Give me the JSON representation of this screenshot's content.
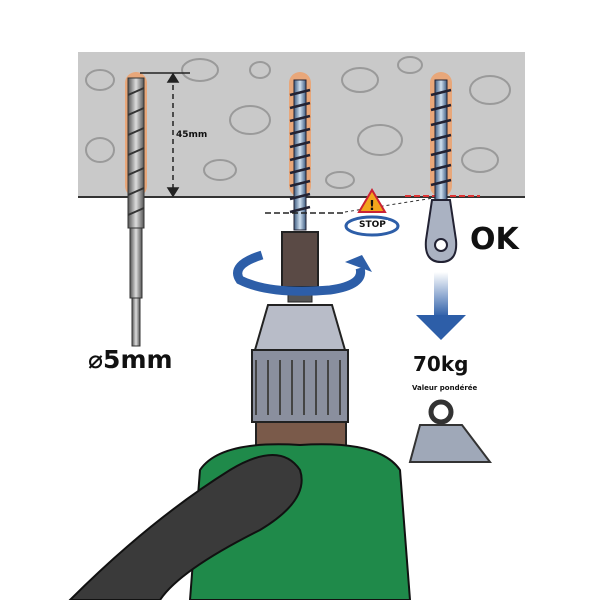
{
  "labels": {
    "depth": "45mm",
    "diameter": "⌀5mm",
    "stop": "STOP",
    "ok": "OK",
    "load": "70kg",
    "load_note": "Valeur pondérée"
  },
  "colors": {
    "wall": "#c9c9c9",
    "arrow": "#2d5ea8",
    "drill_body": "#1f8a4a",
    "warning": "#f2a51c",
    "hole": "#e8a77a"
  }
}
